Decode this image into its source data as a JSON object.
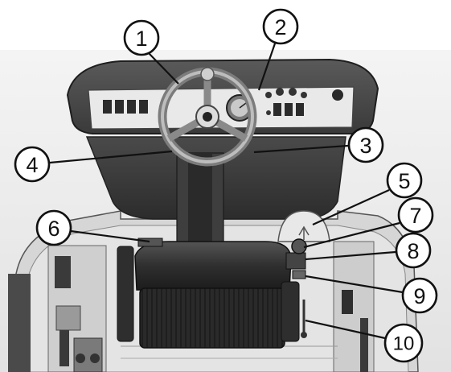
{
  "callouts": [
    {
      "number": "1"
    },
    {
      "number": "2"
    },
    {
      "number": "3"
    },
    {
      "number": "4"
    },
    {
      "number": "5"
    },
    {
      "number": "6"
    },
    {
      "number": "7"
    },
    {
      "number": "8"
    },
    {
      "number": "9"
    },
    {
      "number": "10"
    }
  ],
  "colors": {
    "line": "#111111",
    "dark_plastic": "#3a3a3a",
    "mid_gray": "#7d7d7d",
    "light_gray": "#d4d4d4",
    "background": "#eeeeee"
  }
}
